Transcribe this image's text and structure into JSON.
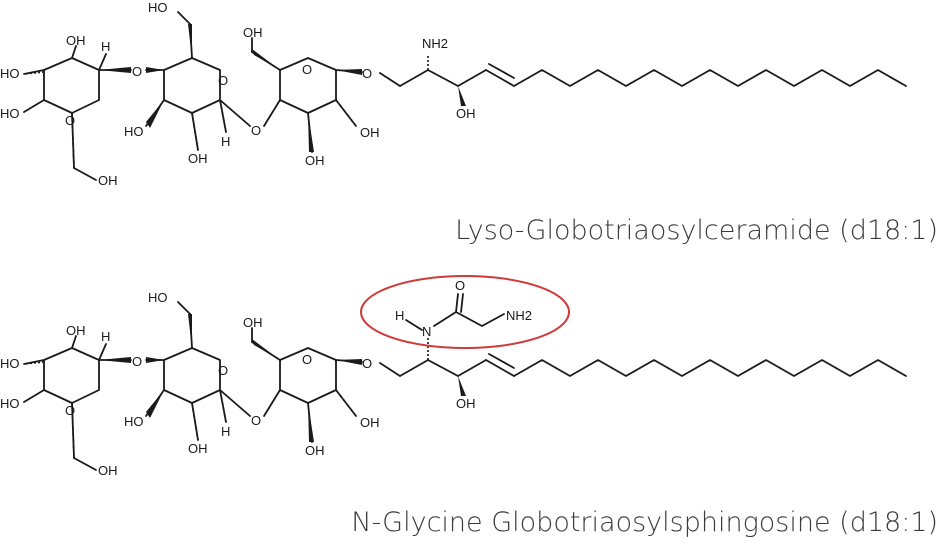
{
  "structures": [
    {
      "name": "Lyso-Globotriaosylceramide (d18:1)",
      "labels": {
        "oh": "OH",
        "ho": "HO",
        "h": "H",
        "o": "O",
        "nh2": "NH2"
      }
    },
    {
      "name": "N-Glycine Globotriaosylsphingosine (d18:1)",
      "labels": {
        "oh": "OH",
        "ho": "HO",
        "h": "H",
        "o": "O",
        "nh2": "NH2",
        "n": "N"
      },
      "highlight": {
        "color": "#cf3b3b"
      }
    }
  ]
}
